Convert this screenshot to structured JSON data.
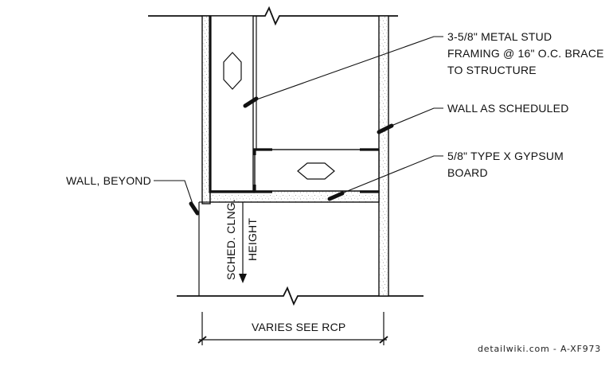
{
  "labels": {
    "metal_stud": [
      "3-5/8\" METAL STUD",
      "FRAMING @ 16\" O.C. BRACE",
      "TO STRUCTURE"
    ],
    "wall_as_scheduled": "WALL AS SCHEDULED",
    "gypsum_board": [
      "5/8\" TYPE X GYPSUM",
      "BOARD"
    ],
    "wall_beyond": "WALL, BEYOND",
    "sched_clng": "SCHED. CLNG.",
    "height": "HEIGHT",
    "dimension": "VARIES SEE RCP"
  },
  "watermark": "detailwiki.com - A-XF973",
  "colors": {
    "line": "#111111",
    "background": "#ffffff",
    "gypsum_speckle": "#888888"
  }
}
